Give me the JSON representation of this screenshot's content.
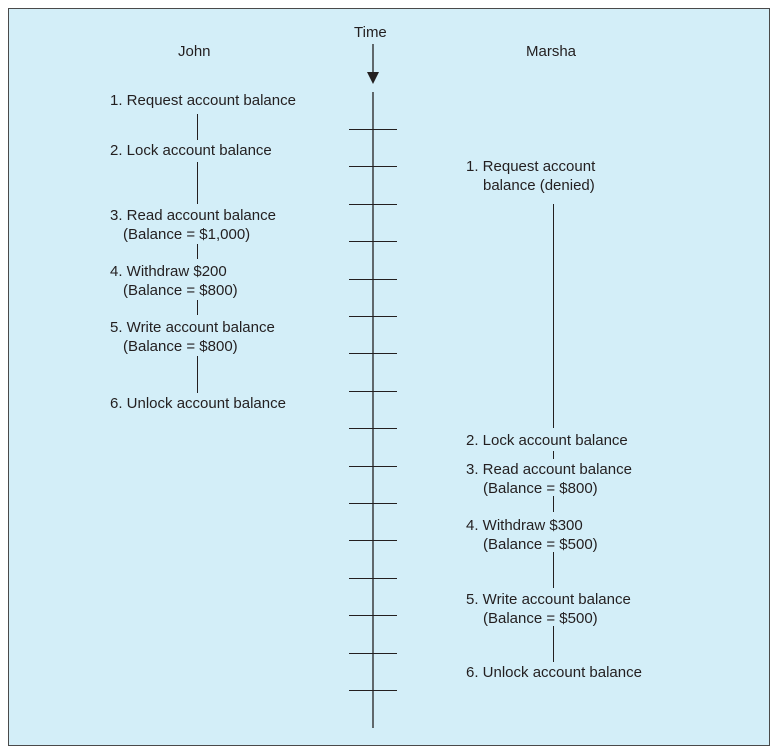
{
  "headers": {
    "time": "Time",
    "john": "John",
    "marsha": "Marsha"
  },
  "john_steps": [
    {
      "l1": "1. Request account balance",
      "l2": ""
    },
    {
      "l1": "2. Lock account balance",
      "l2": ""
    },
    {
      "l1": "3. Read account balance",
      "l2": "(Balance = $1,000)"
    },
    {
      "l1": "4. Withdraw $200",
      "l2": "(Balance = $800)"
    },
    {
      "l1": "5. Write account balance",
      "l2": "(Balance = $800)"
    },
    {
      "l1": "6. Unlock account balance",
      "l2": ""
    }
  ],
  "marsha_steps": [
    {
      "l1": "1. Request account",
      "l2": "balance (denied)"
    },
    {
      "l1": "2. Lock account balance",
      "l2": ""
    },
    {
      "l1": "3. Read account balance",
      "l2": "(Balance = $800)"
    },
    {
      "l1": "4. Withdraw $300",
      "l2": "(Balance = $500)"
    },
    {
      "l1": "5. Write account balance",
      "l2": "(Balance = $500)"
    },
    {
      "l1": "6. Unlock account balance",
      "l2": ""
    }
  ],
  "colors": {
    "background": "#d3eef8",
    "line": "#231f20"
  }
}
